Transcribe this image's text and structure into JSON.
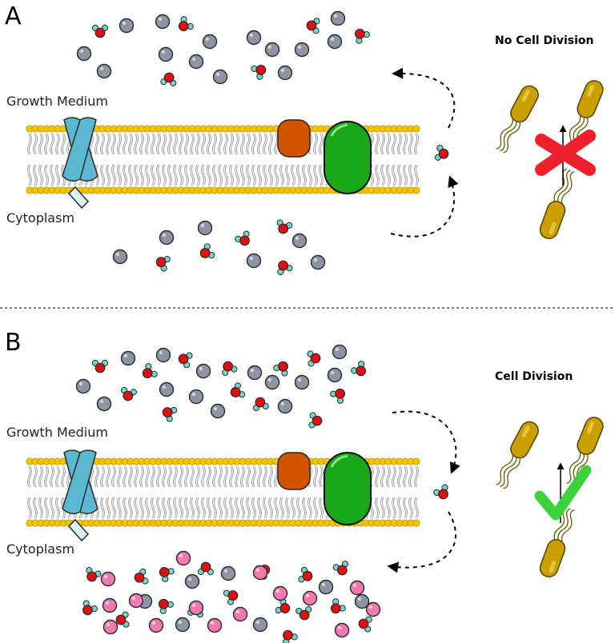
{
  "colors": {
    "lipid_head": "#f2c500",
    "lipid_head_stroke": "#b08a00",
    "lipid_tail": "#9a9a9a",
    "transporter_blue": "#5bb8d0",
    "transporter_light": "#d6f3fb",
    "channel_orange": "#d35400",
    "pump_green": "#1aa81a",
    "solute_gray": "#8b95a3",
    "solute_pink": "#f07ab0",
    "water_oxygen": "#e01010",
    "water_hydrogen": "#70d8c8",
    "bacterium": "#c9a000",
    "cross_red": "#f0202a",
    "check_green": "#3cd23c"
  },
  "icons": [
    "lipid-bilayer",
    "transporter-icon",
    "channel-icon",
    "pump-icon",
    "solute-particle",
    "water-molecule",
    "bacterium-icon",
    "cross-icon",
    "check-icon",
    "dashed-arrow"
  ],
  "panel_a": {
    "letter": "A",
    "medium_label": "Growth Medium",
    "cytoplasm_label": "Cytoplasm",
    "division_title": "No Cell Division",
    "outcome": "cross"
  },
  "panel_b": {
    "letter": "B",
    "medium_label": "Growth Medium",
    "cytoplasm_label": "Cytoplasm",
    "division_title": "Cell Division",
    "outcome": "check"
  }
}
